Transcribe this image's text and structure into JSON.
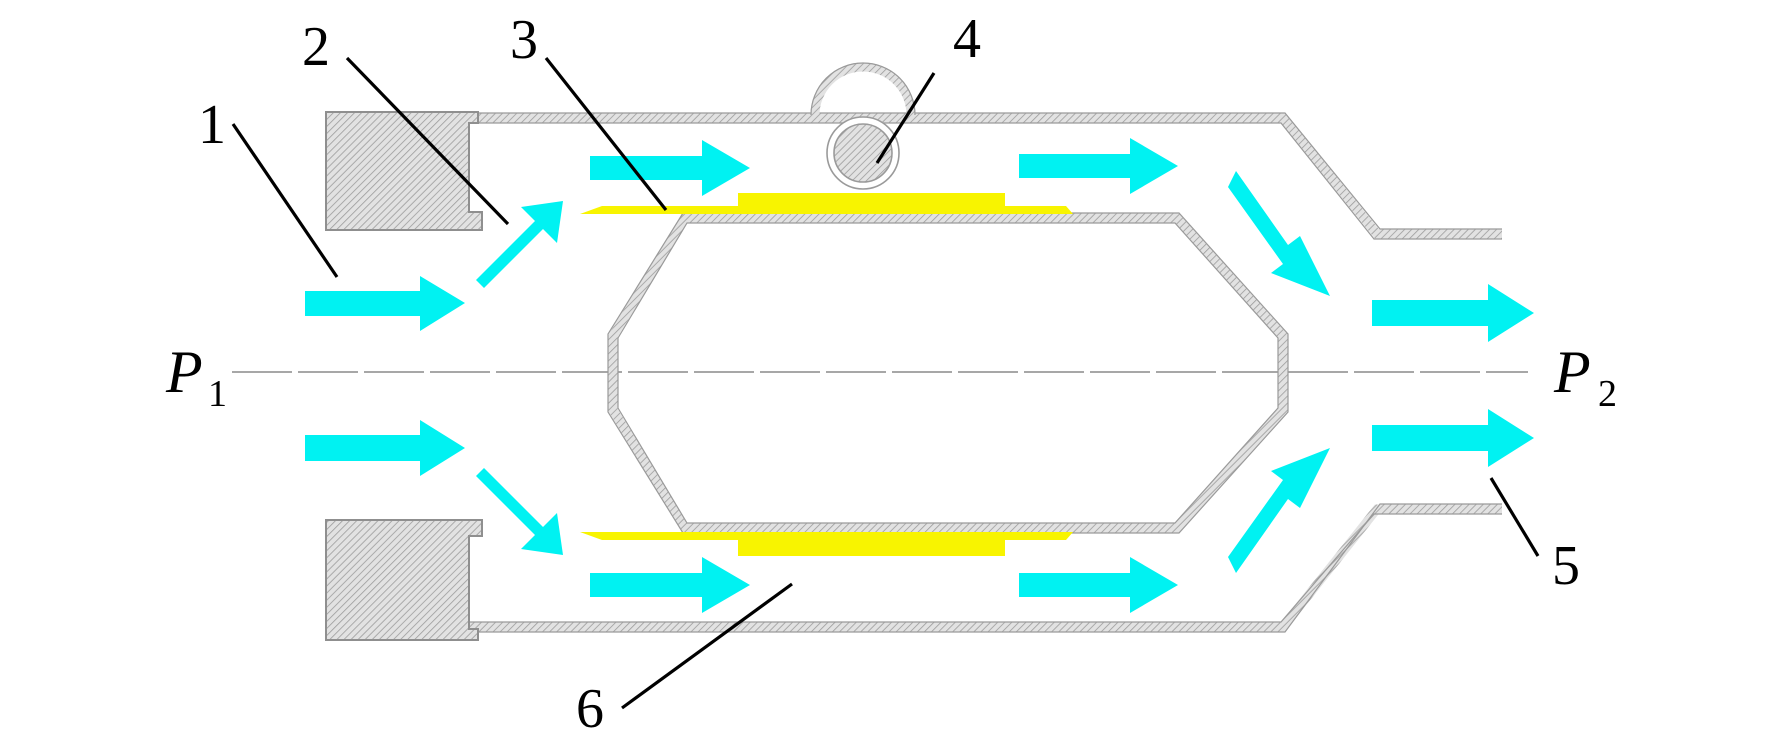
{
  "diagram": {
    "labels": {
      "l1": "1",
      "l2": "2",
      "l3": "3",
      "l4": "4",
      "l5": "5",
      "l6": "6"
    },
    "inlet_pressure": {
      "symbol": "P",
      "subscript": "1"
    },
    "outlet_pressure": {
      "symbol": "P",
      "subscript": "2"
    },
    "colors": {
      "flow_arrows": "#00f2f2",
      "plates": "#f8f400",
      "walls": "#9a9a9a",
      "leader_lines": "#000000"
    }
  }
}
